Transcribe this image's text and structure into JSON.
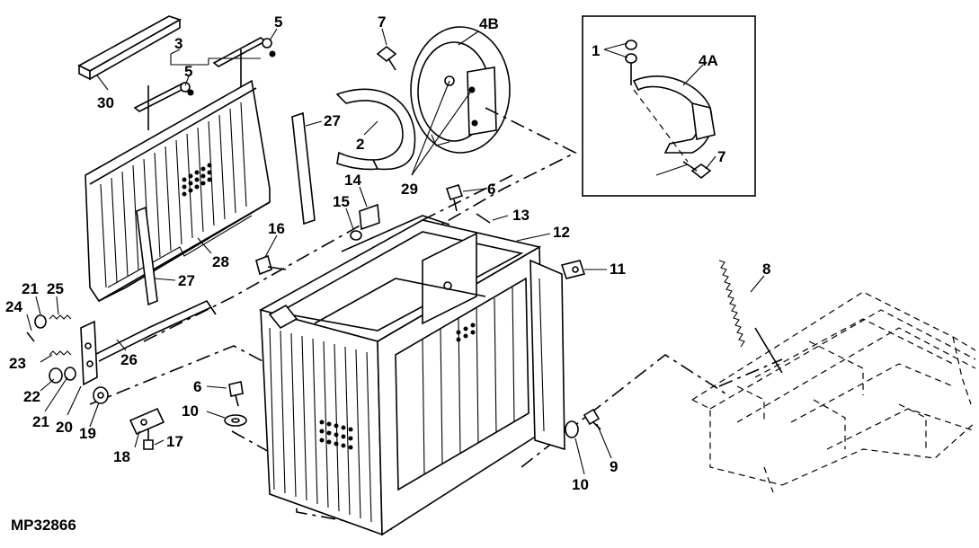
{
  "figure_code": "MP32866",
  "callouts": {
    "c30": "30",
    "c3": "3",
    "c5a": "5",
    "c5b": "5",
    "c7a": "7",
    "c4b": "4B",
    "c2": "2",
    "c29": "29",
    "c27a": "27",
    "c27b": "27",
    "c28": "28",
    "c1": "1",
    "c4a": "4A",
    "c7b": "7",
    "c6a": "6",
    "c6b": "6",
    "c13": "13",
    "c14": "14",
    "c15": "15",
    "c12": "12",
    "c16": "16",
    "c11": "11",
    "c8": "8",
    "c21a": "21",
    "c25": "25",
    "c24": "24",
    "c23": "23",
    "c26": "26",
    "c22": "22",
    "c21b": "21",
    "c20": "20",
    "c19": "19",
    "c10a": "10",
    "c10b": "10",
    "c9": "9",
    "c18": "18",
    "c17": "17"
  }
}
